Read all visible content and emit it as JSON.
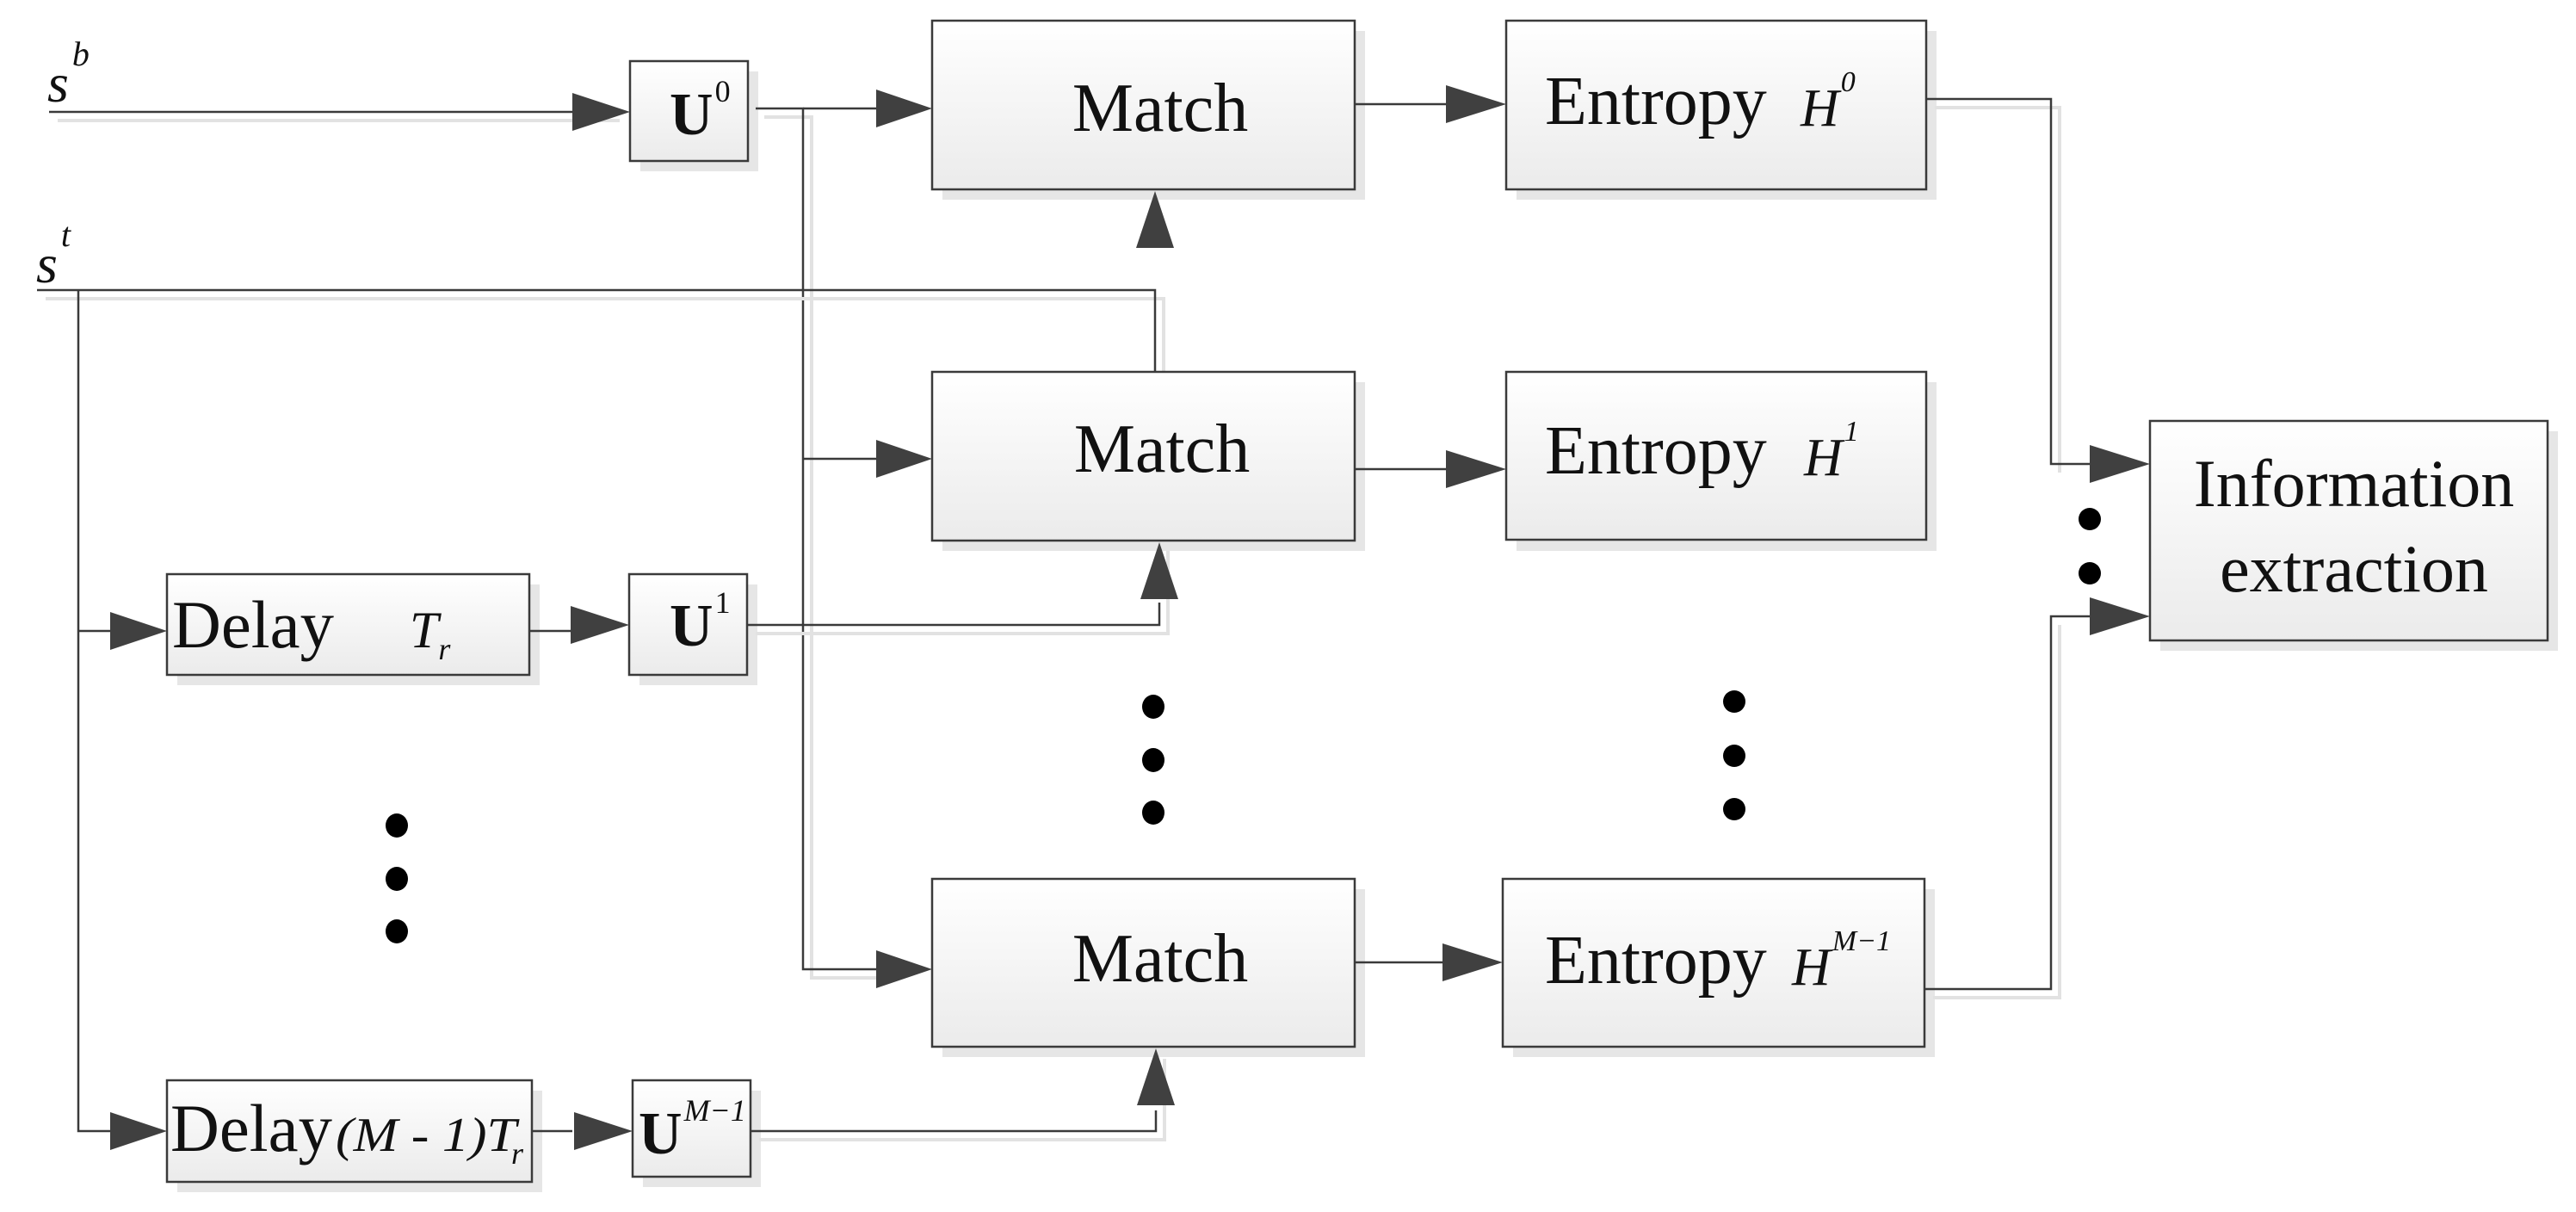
{
  "inputs": {
    "sb_base": "s",
    "sb_sup": "b",
    "st_base": "s",
    "st_sup": "t"
  },
  "u_blocks": [
    {
      "base": "U",
      "sup": "0"
    },
    {
      "base": "U",
      "sup": "1"
    },
    {
      "base": "U",
      "sup": "M−1"
    }
  ],
  "delay_blocks": [
    {
      "label": "Delay",
      "param": "T",
      "param_sub": "r"
    },
    {
      "label": "Delay",
      "param": "(M - 1)T",
      "param_sub": "r"
    }
  ],
  "match_blocks": [
    {
      "label": "Match"
    },
    {
      "label": "Match"
    },
    {
      "label": "Match"
    }
  ],
  "entropy_blocks": [
    {
      "label": "Entropy",
      "sym": "H",
      "sup": "0"
    },
    {
      "label": "Entropy",
      "sym": "H",
      "sup": "1"
    },
    {
      "label": "Entropy",
      "sym": "H",
      "sup": "M−1"
    }
  ],
  "output_block": {
    "line1": "Information",
    "line2": "extraction"
  },
  "colors": {
    "line": "#3a3a3a",
    "arrow": "#404040",
    "box_fill_top": "#ffffff",
    "box_fill_bottom": "#ebebeb"
  }
}
